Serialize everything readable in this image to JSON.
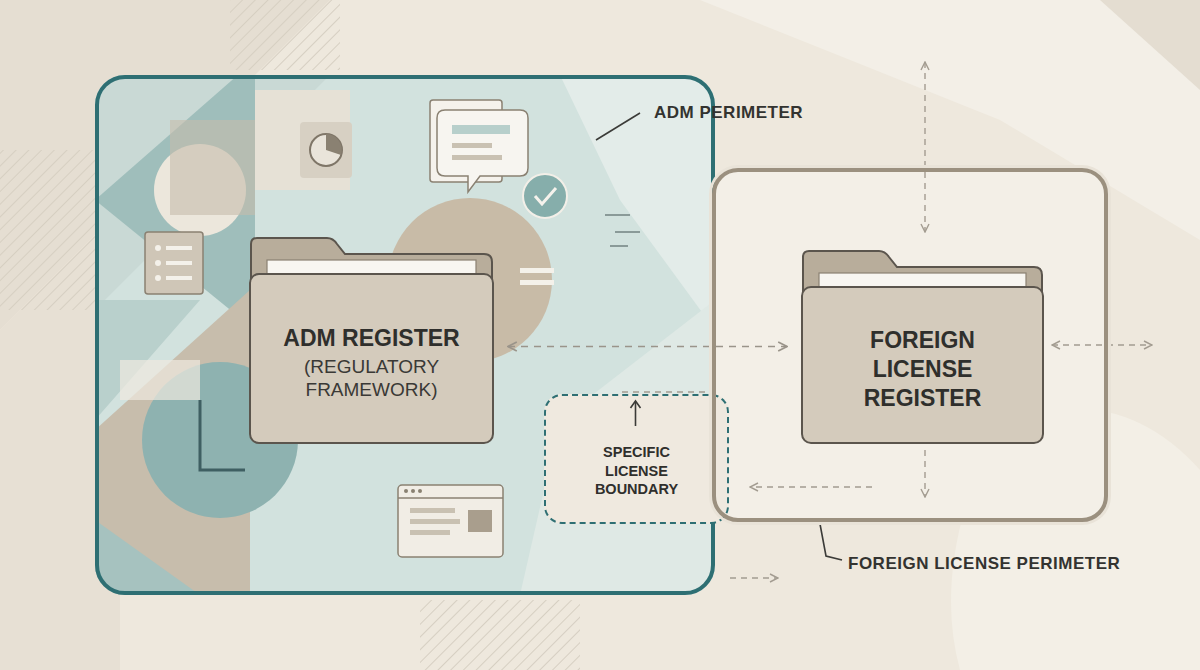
{
  "diagram": {
    "nodes": [
      {
        "text": [
          "ADM PERIMETER"
        ]
      },
      {
        "text": [
          "ADM REGISTER",
          "(REGULATORY FRAMEWORK)"
        ],
        "in": 0
      },
      {
        "text": [
          "SPECIFIC LICENSE BOUNDARY"
        ],
        "in": 0
      },
      {
        "text": [
          "FOREIGN LICENSE PERIMETER"
        ]
      },
      {
        "text": [
          "FOREIGN LICENSE REGISTER"
        ],
        "in": 3
      }
    ],
    "edges": [
      {
        "from": 1,
        "to": 4,
        "arrow": "both"
      }
    ]
  }
}
